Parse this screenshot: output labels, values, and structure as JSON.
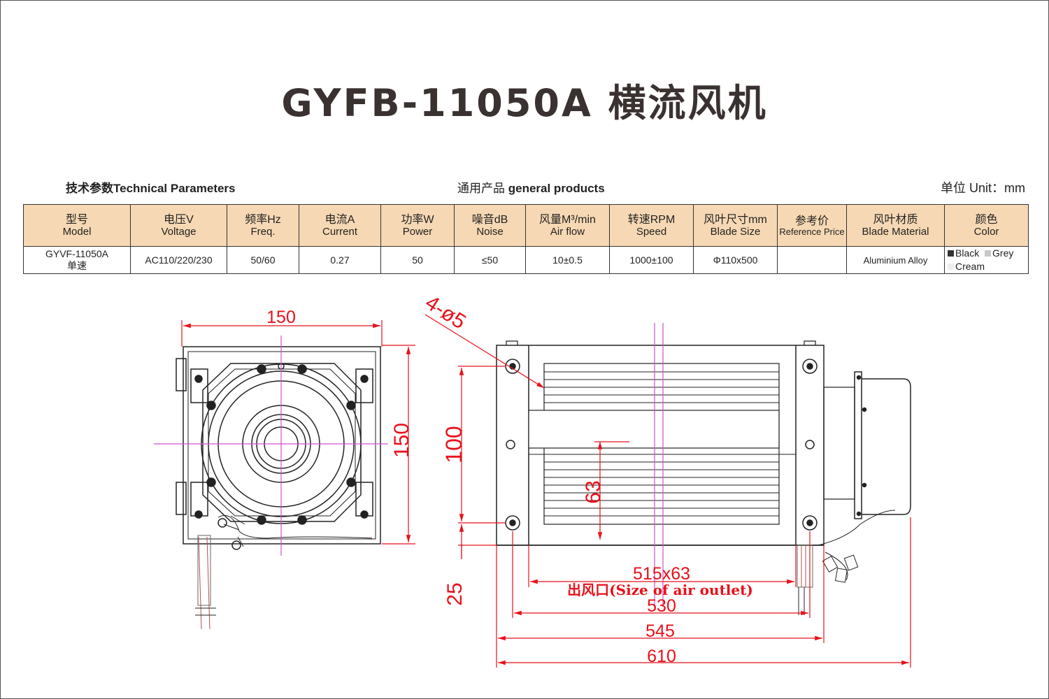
{
  "title": "GYFB-11050A 横流风机",
  "subheader": {
    "tech_cn": "技术参数",
    "tech_en": "Technical Parameters",
    "general_cn": "通用产品",
    "general_en": "general products",
    "unit": "单位 Unit：mm"
  },
  "table": {
    "headers": [
      {
        "cn": "型号",
        "en": "Model"
      },
      {
        "cn": "电压V",
        "en": "Voltage"
      },
      {
        "cn": "频率Hz",
        "en": "Freq."
      },
      {
        "cn": "电流A",
        "en": "Current"
      },
      {
        "cn": "功率W",
        "en": "Power"
      },
      {
        "cn": "噪音dB",
        "en": "Noise"
      },
      {
        "cn": "风量M³/min",
        "en": "Air flow"
      },
      {
        "cn": "转速RPM",
        "en": "Speed"
      },
      {
        "cn": "风叶尺寸mm",
        "en": "Blade Size"
      },
      {
        "cn": "参考价",
        "en": "Reference Price"
      },
      {
        "cn": "风叶材质",
        "en": "Blade Material"
      },
      {
        "cn": "颜色",
        "en": "Color"
      }
    ],
    "row": {
      "model_line1": "GYVF-11050A",
      "model_line2": "单速",
      "voltage": "AC110/220/230",
      "freq": "50/60",
      "current": "0.27",
      "power": "50",
      "noise": "≤50",
      "airflow": "10±0.5",
      "speed": "1000±100",
      "blade_size": "Φ110x500",
      "price": "",
      "material": "Aluminium Alloy",
      "colors": [
        {
          "name": "Black",
          "hex": "#333333"
        },
        {
          "name": "Grey",
          "hex": "#c8c8c8"
        },
        {
          "name": "Cream",
          "hex": "#eeeeee"
        }
      ]
    }
  },
  "drawing": {
    "dim_color": "#e8101a",
    "center_line_color": "#d050d0",
    "side_view": {
      "width_label": "150",
      "height_label": "150"
    },
    "front_view": {
      "holes_label": "4-ø5",
      "hole_spacing_label": "100",
      "bottom_offset_label": "25",
      "outlet_height_label": "63",
      "outlet_label": "515x63",
      "outlet_caption": "出风口(Size of  air outlet)",
      "dim_530": "530",
      "dim_545": "545",
      "dim_610": "610"
    }
  }
}
